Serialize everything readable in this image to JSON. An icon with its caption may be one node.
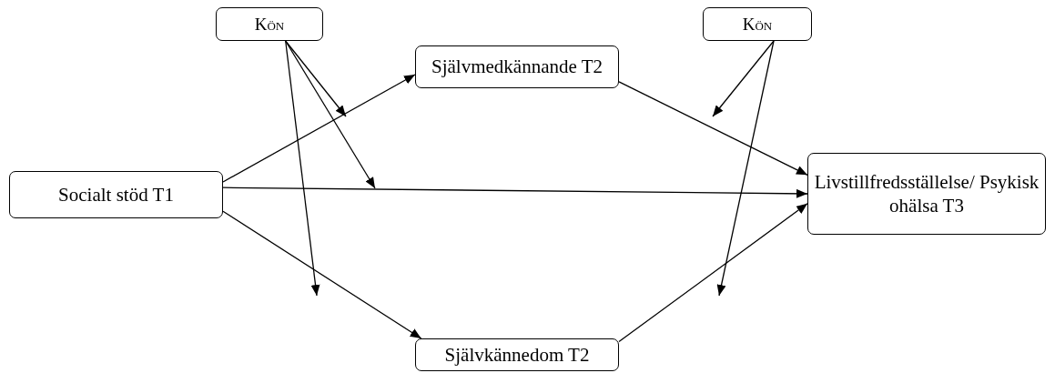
{
  "diagram": {
    "nodes": [
      {
        "text": [
          "Kön"
        ]
      },
      {
        "text": [
          "Kön"
        ]
      },
      {
        "text": [
          "Självmedkännande T2"
        ]
      },
      {
        "text": [
          "Socialt stöd T1"
        ]
      },
      {
        "text": [
          "Livstillfredsställelse/ Psykisk ohälsa T3"
        ]
      },
      {
        "text": [
          "Självkännedom T2"
        ]
      }
    ],
    "edges": [
      {
        "from": 3,
        "to": 2,
        "arrow": "to"
      },
      {
        "from": 3,
        "to": 4,
        "arrow": "to"
      },
      {
        "from": 3,
        "to": 5,
        "arrow": "to"
      },
      {
        "from": 2,
        "to": 4,
        "arrow": "to"
      },
      {
        "from": 5,
        "to": 4,
        "arrow": "to"
      },
      {
        "from": 0,
        "to": null,
        "arrow": "to"
      },
      {
        "from": 0,
        "to": null,
        "arrow": "to"
      },
      {
        "from": 0,
        "to": null,
        "arrow": "to"
      },
      {
        "from": 1,
        "to": null,
        "arrow": "to"
      },
      {
        "from": 1,
        "to": null,
        "arrow": "to"
      }
    ]
  }
}
